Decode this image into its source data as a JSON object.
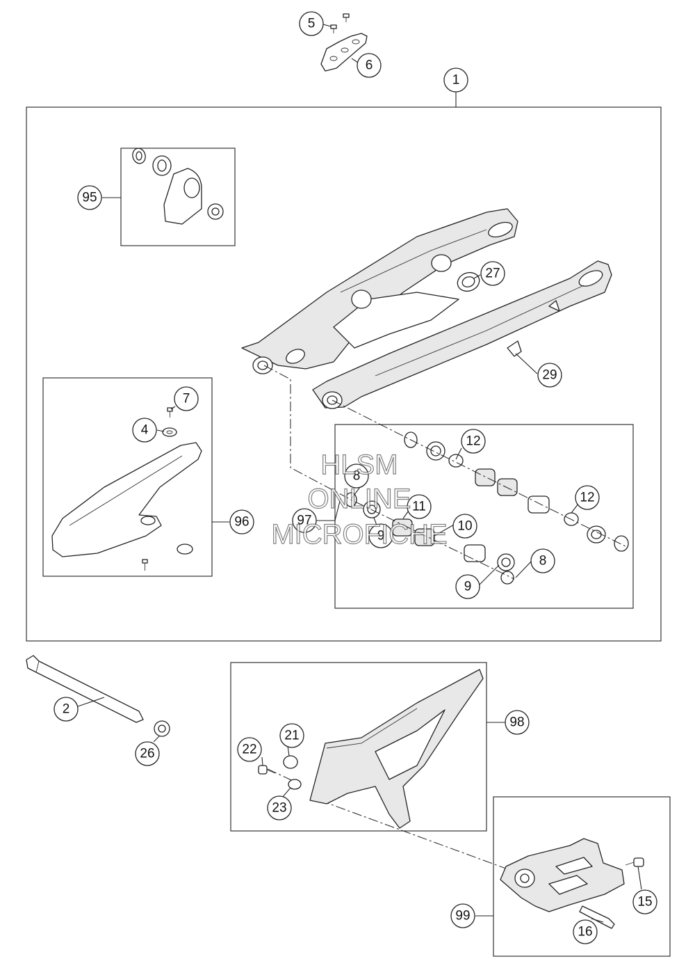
{
  "watermark": {
    "line1": "HLSM",
    "line2": "ONLINE",
    "line3": "MICROFICHE"
  },
  "callouts": [
    {
      "id": "c5",
      "label": "5"
    },
    {
      "id": "c6",
      "label": "6"
    },
    {
      "id": "c1",
      "label": "1"
    },
    {
      "id": "c95",
      "label": "95"
    },
    {
      "id": "c27",
      "label": "27"
    },
    {
      "id": "c29",
      "label": "29"
    },
    {
      "id": "c7",
      "label": "7"
    },
    {
      "id": "c4",
      "label": "4"
    },
    {
      "id": "c96",
      "label": "96"
    },
    {
      "id": "c12a",
      "label": "12"
    },
    {
      "id": "c8a",
      "label": "8"
    },
    {
      "id": "c11",
      "label": "11"
    },
    {
      "id": "c97",
      "label": "97"
    },
    {
      "id": "c9a",
      "label": "9"
    },
    {
      "id": "c10",
      "label": "10"
    },
    {
      "id": "c12b",
      "label": "12"
    },
    {
      "id": "c8b",
      "label": "8"
    },
    {
      "id": "c9b",
      "label": "9"
    },
    {
      "id": "c2",
      "label": "2"
    },
    {
      "id": "c26",
      "label": "26"
    },
    {
      "id": "c98",
      "label": "98"
    },
    {
      "id": "c21",
      "label": "21"
    },
    {
      "id": "c22",
      "label": "22"
    },
    {
      "id": "c23",
      "label": "23"
    },
    {
      "id": "c99",
      "label": "99"
    },
    {
      "id": "c15",
      "label": "15"
    },
    {
      "id": "c16",
      "label": "16"
    }
  ]
}
